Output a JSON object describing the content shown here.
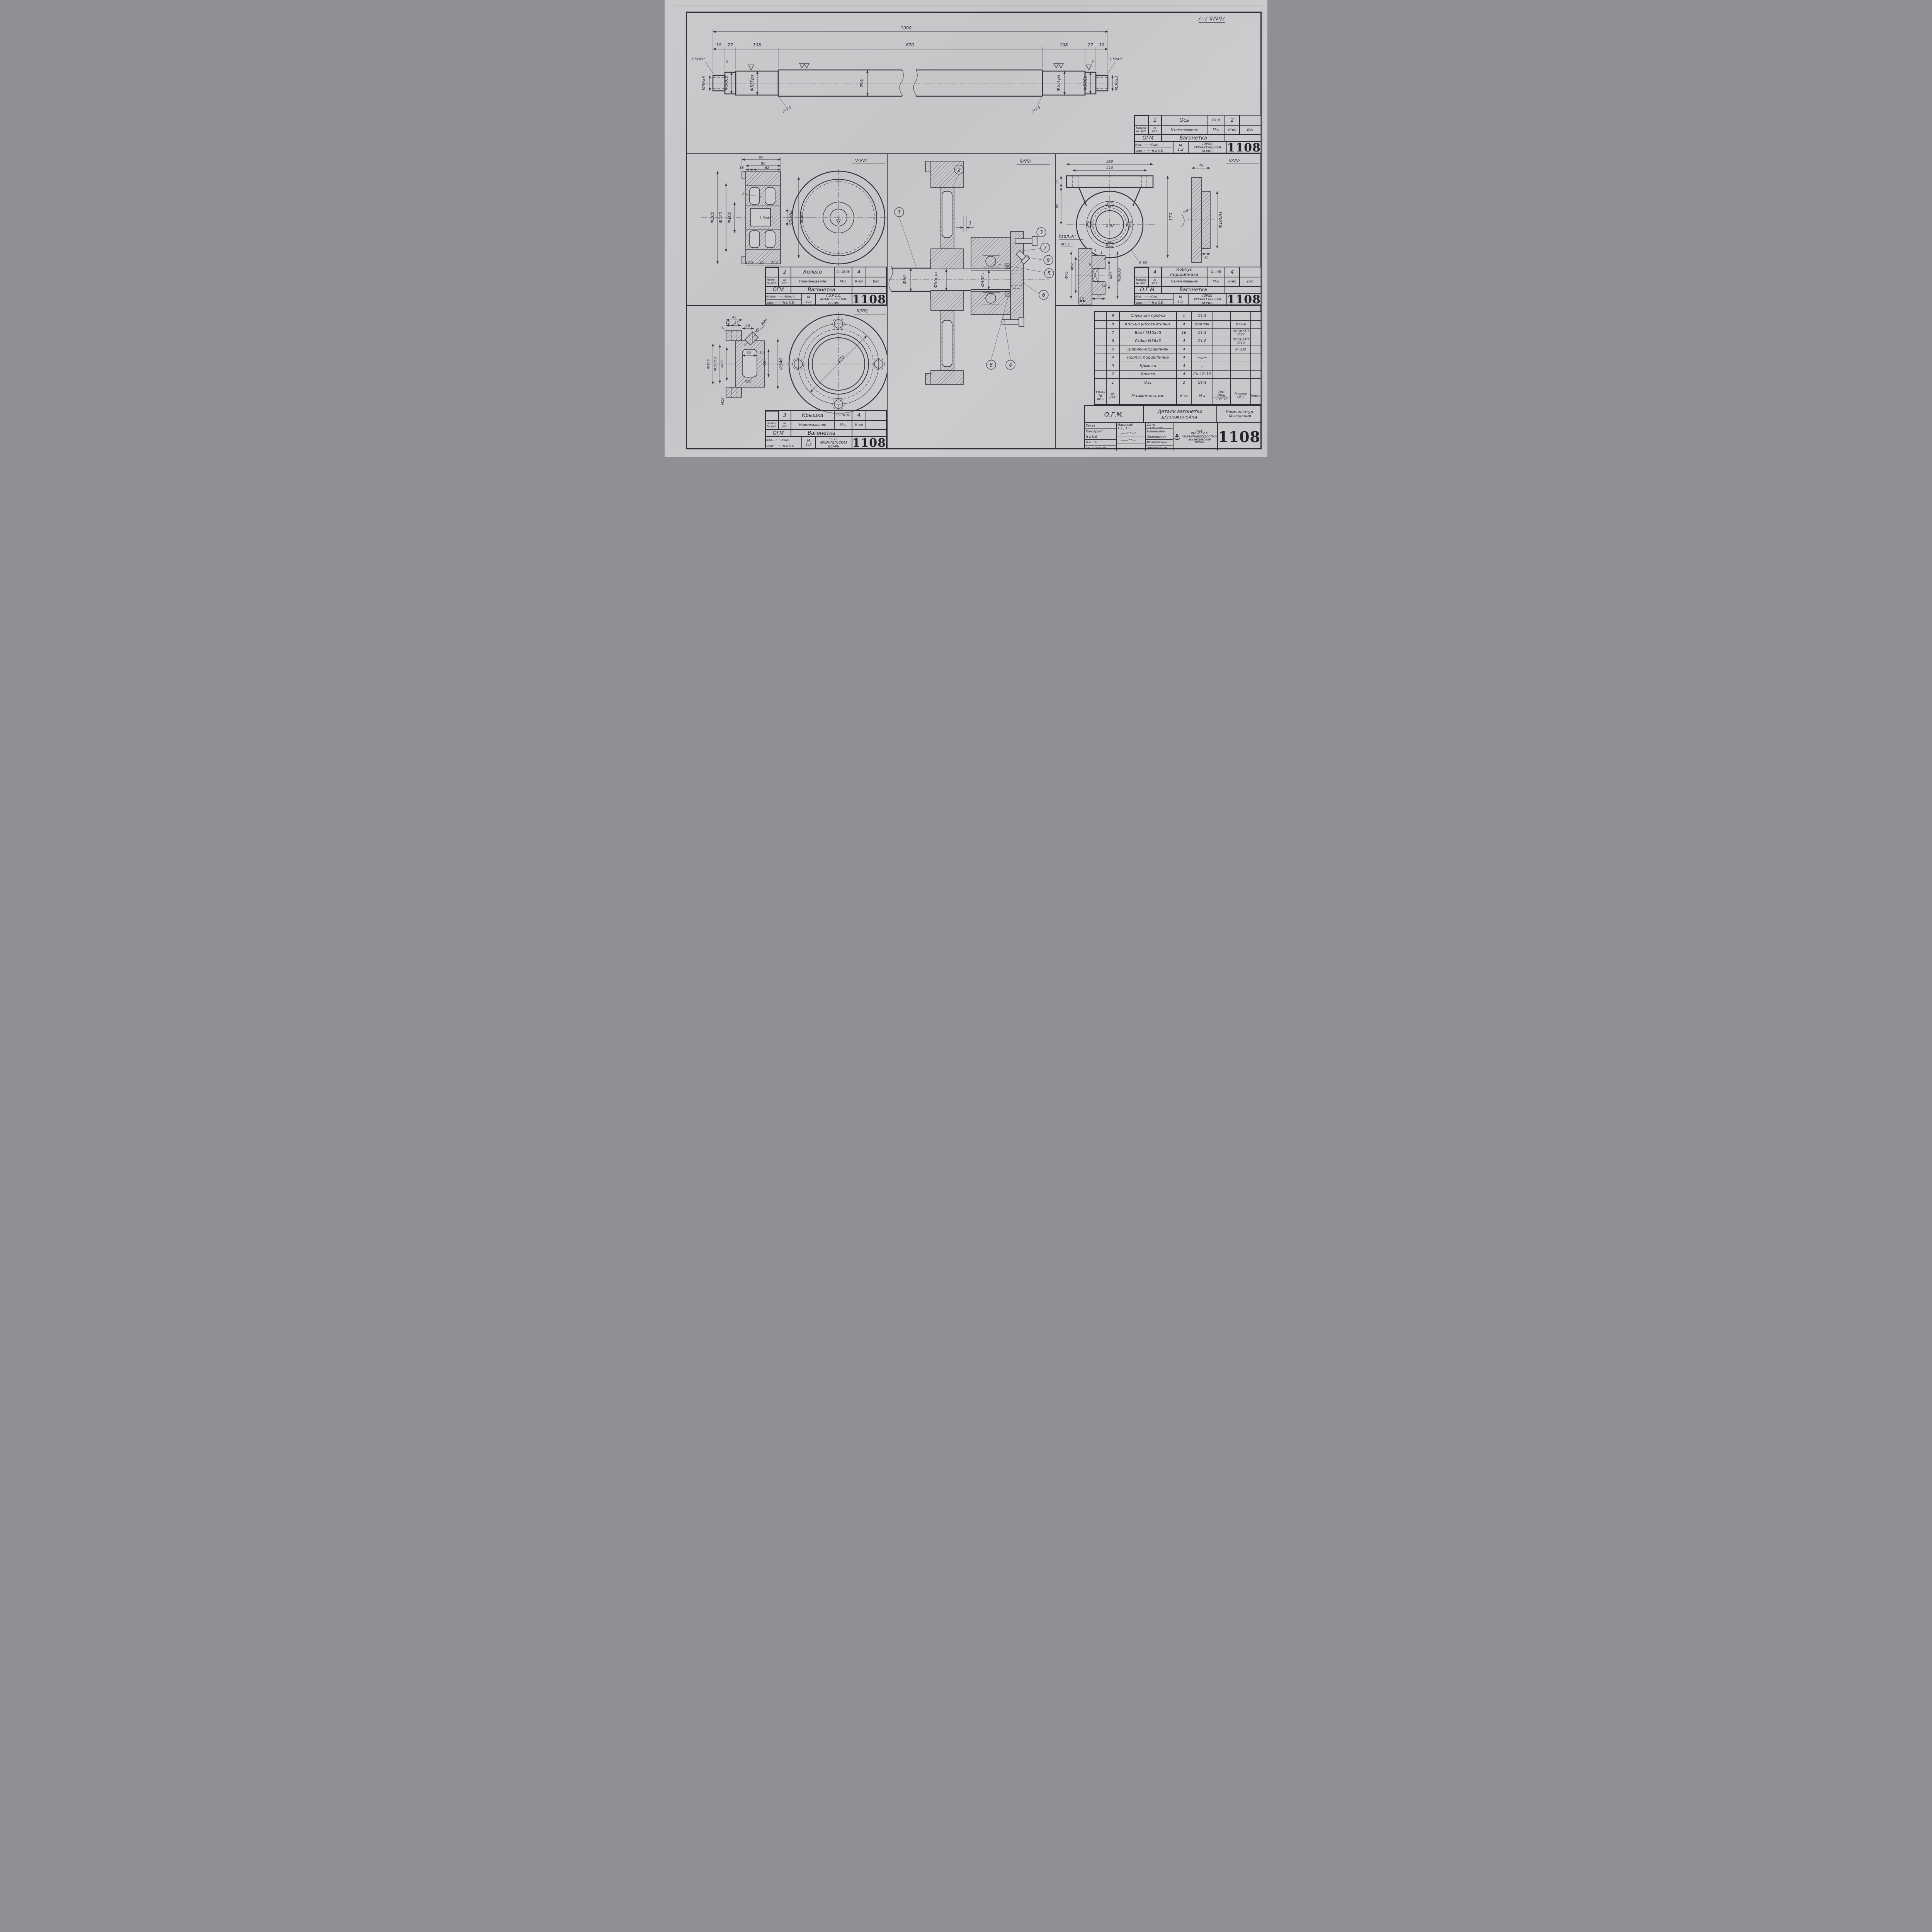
{
  "sheet": {
    "number": "1108",
    "general_finish": "/~/ ∇/∇∇/",
    "local_finish": "∇/∇∇/"
  },
  "stamps": {
    "labels": {
      "nomen": "Номен.\n№ дет.",
      "nodet": "№\nдет.",
      "naimen": "Наименование",
      "ml": "М-л",
      "kvo": "К-во",
      "ves": "Вес",
      "product": "Вагонетка",
      "m": "М",
      "chert": "Черт.",
      "nkkb": "Н-к К.Б.",
      "factory2": "АРХАНГЕЛЬСКАЯ",
      "factory3": "ВЕРФЬ"
    },
    "axle": {
      "dept": "ОГМ",
      "num": "1",
      "name": "Ось",
      "material": "Ст.4",
      "qty": "2",
      "scale": "1:2",
      "kop_label": "Коп.",
      "kons_label": "Конс.",
      "factory1": "ГЗРСС"
    },
    "wheel": {
      "dept": "ОГМ",
      "num": "2",
      "name": "Колесо",
      "material": "Сч-18-36",
      "qty": "4",
      "scale": "1:5",
      "kop_label": "Копир.",
      "kons_label": "Конст.",
      "factory1": "Г.З.Р.С.С."
    },
    "cover": {
      "dept": "ОГМ",
      "num": "3",
      "name": "Крышка",
      "material": "Сч-18-36",
      "qty": "4",
      "scale": "1:2",
      "kop_label": "Коп.",
      "kons_label": "Конс.",
      "factory1": "ГЗРСС"
    },
    "housing": {
      "dept": "О.Г.М.",
      "num": "4",
      "name": "Корпус подшипника",
      "material": "Сч-48",
      "qty": "4",
      "scale": "1:5",
      "kop_label": "Коп.",
      "kons_label": "Конс.",
      "factory1": "ГЗРСС"
    }
  },
  "parts_list": {
    "header": {
      "nomen": "Номен.\n№\nдет.",
      "nodet": "№\nдет.",
      "naimen": "Наименование",
      "kvo": "К-во",
      "ml": "М-л",
      "ves_top": "1шт.  Общ.",
      "ves_bottom": "Вес кг",
      "razmer": "Размер\nОСТ",
      "primech": "Примеч."
    },
    "rows": [
      {
        "no": "9",
        "name": "Спускная пробка",
        "qty": "1",
        "mat": "Ст.3",
        "razmer": ""
      },
      {
        "no": "8",
        "name": "Кольцо уплотнительн.",
        "qty": "4",
        "mat": "Войлок",
        "razmer": "Ф75х6"
      },
      {
        "no": "7",
        "name": "Болт М10х45",
        "qty": "16",
        "mat": "Ст.3",
        "razmer": "ОСТ/НКТП 3522"
      },
      {
        "no": "6",
        "name": "Гайка М36х3",
        "qty": "4",
        "mat": "Ст.2",
        "razmer": "ОСТ/НКТП 3310"
      },
      {
        "no": "5",
        "name": "Шарико-подшипник",
        "qty": "4",
        "mat": "",
        "razmer": "N=310"
      },
      {
        "no": "4",
        "name": "Корпус подшипника",
        "qty": "4",
        "mat": "—„—",
        "razmer": ""
      },
      {
        "no": "3",
        "name": "Крышка",
        "qty": "4",
        "mat": "—„—",
        "razmer": ""
      },
      {
        "no": "2",
        "name": "Колесо",
        "qty": "4",
        "mat": "Сч-18-36",
        "razmer": ""
      },
      {
        "no": "1",
        "name": "Ось",
        "qty": "2",
        "mat": "Ст.4",
        "razmer": ""
      }
    ]
  },
  "main_stamp": {
    "dept": "О.Г.М.",
    "title": "Детали  вагонетки\nд/узкоколейки.",
    "nomenclature": "Номенклатур.\n№ изделия",
    "order_label": "Заказ",
    "scale_label": "Масштаб:",
    "scale_value": "1:2 ; 1:5",
    "date_label": "Дата",
    "date_value": "12-05-50г",
    "roles": [
      {
        "role": "Конструкт.",
        "name": "Нянникова"
      },
      {
        "role": "Н-к К.Б",
        "name": "Знаменская"
      },
      {
        "role": "Н-к Т.О",
        "name": "Фомкинский"
      },
      {
        "role": "Гл. инженер",
        "name": "Афиногенов"
      }
    ],
    "org": "МРП.-С.С.С.Р.\nГЛАВЗАПРЫБОСУДОСТРОЙ\nАРХАНГЕЛЬСКАЯ\nВЕРФЬ",
    "logo_letters": "АСВ"
  },
  "axle_view": {
    "d1000": "1000",
    "s30l": "30",
    "s27l": "27",
    "s108l": "108",
    "s670": "670",
    "s108r": "108",
    "s27r": "27",
    "s30r": "30",
    "chamfer_l": "1,5х45°",
    "chamfer_r": "1,5х45°",
    "five_l": "5",
    "five_r": "5",
    "thread_l": "М36х3",
    "thread_r": "М36х3",
    "d50l": "Ф50Сз",
    "d50r": "Ф50Сз",
    "d55l": "Ф55Грз",
    "d55r": "Ф55Грз",
    "d60": "Ф60",
    "fillet_l": "r=1,5",
    "fillet_r": "r=1,5"
  },
  "wheel_view": {
    "w88": "88",
    "w80": "80",
    "w18": "18",
    "w62": "62",
    "t8": "8",
    "d300": "Ф300",
    "d220": "Ф220",
    "d100": "Ф100",
    "d55": "Ф55А3",
    "d260": "Ф260",
    "b275a": "27,5",
    "b25": "25",
    "b275b": "27,5",
    "chamfer": "1,5х45°"
  },
  "cover_view": {
    "w42": "42",
    "w12": "12",
    "w27": "27",
    "t3": "3",
    "w26": "26",
    "d20": "Ф20",
    "m8": "М8",
    "w32": "32",
    "w10": "10",
    "h52": "52",
    "d140": "Ф140",
    "d105": "Ф105",
    "d100": "Ф100Сз",
    "d85": "Ф85",
    "r20": "R20",
    "m10": "М10",
    "bc170": "170"
  },
  "assembly_view": {
    "gap3": "3",
    "d60": "Ф60",
    "d55": "Ф55Грз",
    "d50": "Ф50Сз",
    "callouts": [
      "1",
      "2",
      "3",
      "4",
      "5",
      "6",
      "7",
      "8",
      "9"
    ]
  },
  "housing_view": {
    "w260": "260",
    "w210": "210",
    "h25": "25",
    "h85": "85",
    "bore140": "140",
    "r85": "R 85",
    "v170": "170",
    "w45": "45",
    "d100": "Ф100Аз",
    "w30": "30",
    "a_label": "„А“",
    "node_title": "Узел„А“",
    "node_scale": "М1:2",
    "d75": "Ф75",
    "d56": "Ф56",
    "d65": "Ф65",
    "nd100": "Ф100А3",
    "ang14": "14°",
    "t4a": "4",
    "t1": "1",
    "t4b": "4",
    "t6": "6",
    "b15": "15",
    "b30": "30"
  }
}
